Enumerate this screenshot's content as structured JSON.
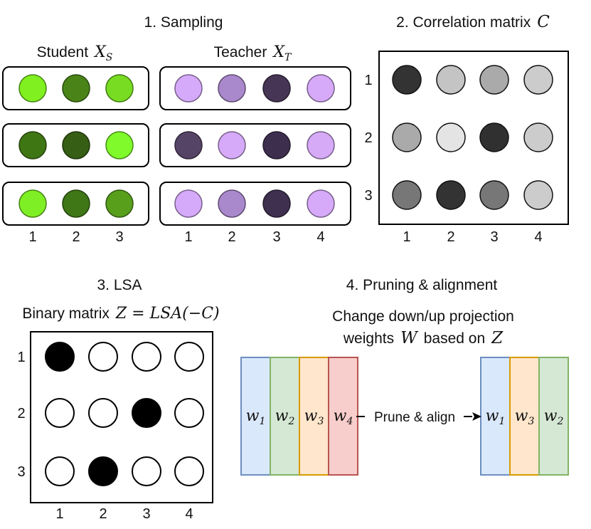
{
  "sampling": {
    "title": "1. Sampling",
    "student_label": "Student",
    "student_var": "X",
    "student_sub": "S",
    "teacher_label": "Teacher",
    "teacher_var": "X",
    "teacher_sub": "T",
    "student_cols": [
      "1",
      "2",
      "3"
    ],
    "teacher_cols": [
      "1",
      "2",
      "3",
      "4"
    ],
    "student_rows": [
      [
        "#80f020",
        "#4a8418",
        "#78dd22"
      ],
      [
        "#3f7614",
        "#365e14",
        "#80fa2a"
      ],
      [
        "#7fef25",
        "#3f7716",
        "#589f1c"
      ]
    ],
    "teacher_rows": [
      [
        "#d6aafa",
        "#aa88cc",
        "#473555",
        "#d6aaf8"
      ],
      [
        "#564466",
        "#d6aaf8",
        "#3e2e4e",
        "#d7aaf8"
      ],
      [
        "#d6aafa",
        "#a988cc",
        "#403050",
        "#d6aaf8"
      ]
    ]
  },
  "correlation": {
    "title": "2. Correlation matrix",
    "var": "C",
    "row_labels": [
      "1",
      "2",
      "3"
    ],
    "col_labels": [
      "1",
      "2",
      "3",
      "4"
    ],
    "cells": [
      [
        "#333333",
        "#c4c4c4",
        "#aaaaaa",
        "#cccccc"
      ],
      [
        "#aaaaaa",
        "#e4e4e4",
        "#303030",
        "#cccccc"
      ],
      [
        "#777777",
        "#333333",
        "#777777",
        "#cccccc"
      ]
    ]
  },
  "lsa": {
    "title": "3. LSA",
    "subtitle_prefix": "Binary matrix",
    "formula": "Z = LSA(−C)",
    "row_labels": [
      "1",
      "2",
      "3"
    ],
    "col_labels": [
      "1",
      "2",
      "3",
      "4"
    ],
    "cells": [
      [
        1,
        0,
        0,
        0
      ],
      [
        0,
        0,
        1,
        0
      ],
      [
        0,
        1,
        0,
        0
      ]
    ]
  },
  "pruning": {
    "title": "4. Pruning & alignment",
    "desc_line1": "Change down/up projection",
    "desc_pre": "weights",
    "desc_var_w": "W",
    "desc_mid": "based on",
    "desc_var_z": "Z",
    "arrow_label": "Prune & align",
    "left_blocks": [
      {
        "label": "w",
        "sub": "1",
        "color": "#dae8fc",
        "stroke": "#6c8ebf"
      },
      {
        "label": "w",
        "sub": "2",
        "color": "#d5e8d4",
        "stroke": "#82b366"
      },
      {
        "label": "w",
        "sub": "3",
        "color": "#ffe6cc",
        "stroke": "#d79b00"
      },
      {
        "label": "w",
        "sub": "4",
        "color": "#f8cecc",
        "stroke": "#b85450"
      }
    ],
    "right_blocks": [
      {
        "label": "w",
        "sub": "1",
        "color": "#dae8fc",
        "stroke": "#6c8ebf"
      },
      {
        "label": "w",
        "sub": "3",
        "color": "#ffe6cc",
        "stroke": "#d79b00"
      },
      {
        "label": "w",
        "sub": "2",
        "color": "#d5e8d4",
        "stroke": "#82b366"
      }
    ]
  }
}
